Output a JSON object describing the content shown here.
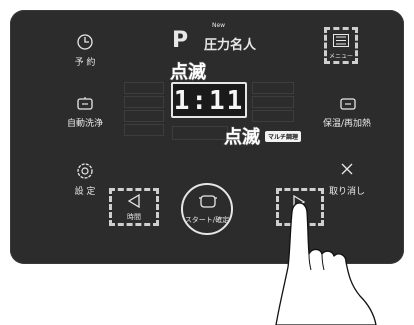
{
  "panel": {
    "brand": "P",
    "badge": "New",
    "brand_name": "圧力名人",
    "display_value": "1:11"
  },
  "buttons": {
    "reserve": {
      "label": "予 約",
      "icon": "clock-icon"
    },
    "self_clean": {
      "label": "自動洗浄",
      "icon": "pot-icon"
    },
    "settings": {
      "label": "設 定",
      "icon": "gear-icon"
    },
    "time": {
      "label": "時間",
      "icon": "triangle-left-icon"
    },
    "start": {
      "label": "スタート/確定",
      "icon": "pot-outline-icon"
    },
    "menu": {
      "label": "メニュー",
      "icon": "menu-list-icon"
    },
    "keep_warm": {
      "label": "保温/再加熱",
      "icon": "pot-icon"
    },
    "cancel": {
      "label": "取り消し",
      "icon": "x-icon"
    },
    "next": {
      "label": "",
      "icon": "triangle-right-icon"
    }
  },
  "annotations": {
    "blink_top": "点滅",
    "blink_bottom": "点滅",
    "multi_chip": "マルチ調理"
  }
}
